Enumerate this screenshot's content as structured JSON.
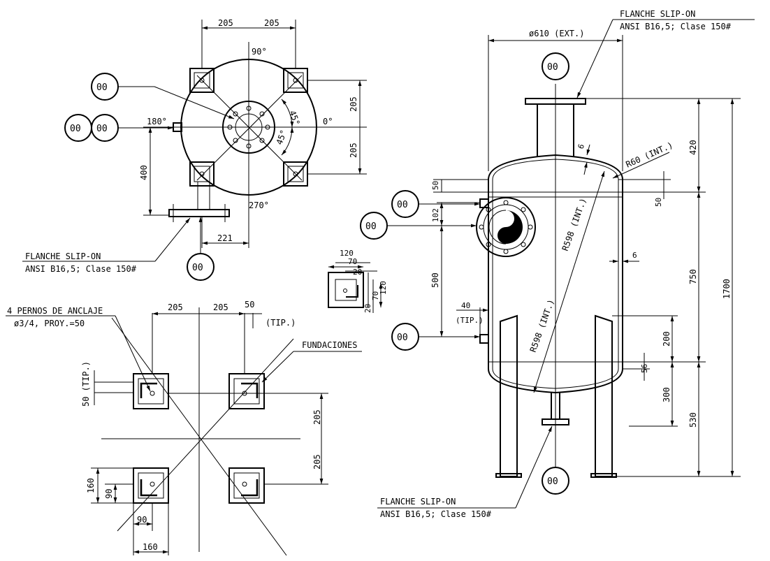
{
  "plan_view": {
    "dim_205_left": "205",
    "dim_205_right": "205",
    "angle_90": "90°",
    "angle_180": "180°",
    "angle_0": "0°",
    "angle_270": "270°",
    "angle_45_upper": "45°",
    "angle_45_lower": "45°",
    "dim_205_upper_right": "205",
    "dim_205_lower_right": "205",
    "dim_400": "400",
    "dim_221": "221",
    "nozzle_left_top": "00",
    "nozzle_left_mid_a": "00",
    "nozzle_left_mid_b": "00",
    "nozzle_bottom": "00",
    "flange_note_line1": "FLANCHE SLIP-ON",
    "flange_note_line2": "ANSI B16,5; Clase 150#"
  },
  "anchor_detail": {
    "dim_120_top": "120",
    "dim_70_top": "70",
    "dim_20_top": "20",
    "dim_120_side": "120",
    "dim_70_side": "70",
    "dim_20_side": "20"
  },
  "foundation_plan": {
    "note_bolts_line1": "4 PERNOS DE ANCLAJE",
    "note_bolts_line2": "ø3/4, PROY.=50",
    "dim_205_a": "205",
    "dim_205_b": "205",
    "dim_50_top": "50",
    "tip_top": "(TIP.)",
    "label_foundations": "FUNDACIONES",
    "dim_50_tip_side": "50 (TIP.)",
    "dim_205_right_upper": "205",
    "dim_205_right_lower": "205",
    "dim_160_side": "160",
    "dim_90_side": "90",
    "dim_90_bottom": "90",
    "dim_160_bottom": "160"
  },
  "elevation_view": {
    "flange_top_line1": "FLANCHE SLIP-ON",
    "flange_top_line2": "ANSI B16,5; Clase 150#",
    "dim_diameter": "ø610 (EXT.)",
    "nozzle_top": "00",
    "nozzle_left_1": "00",
    "nozzle_left_2": "00",
    "nozzle_left_3": "00",
    "nozzle_bottom": "00",
    "dim_6_top": "6",
    "radius_60": "R60 (INT.)",
    "radius_598_upper": "R598 (INT.)",
    "radius_598_lower": "R598 (INT.)",
    "dim_6_side": "6",
    "dim_50_left": "50",
    "dim_102": "102",
    "dim_500": "500",
    "dim_40": "40",
    "tip_left": "(TIP.)",
    "dim_50_right": "50",
    "dim_420": "420",
    "dim_750": "750",
    "dim_1700": "1700",
    "dim_200": "200",
    "dim_56": "56",
    "dim_300": "300",
    "dim_530": "530",
    "flange_bottom_line1": "FLANCHE SLIP-ON",
    "flange_bottom_line2": "ANSI B16,5; Clase 150#"
  }
}
